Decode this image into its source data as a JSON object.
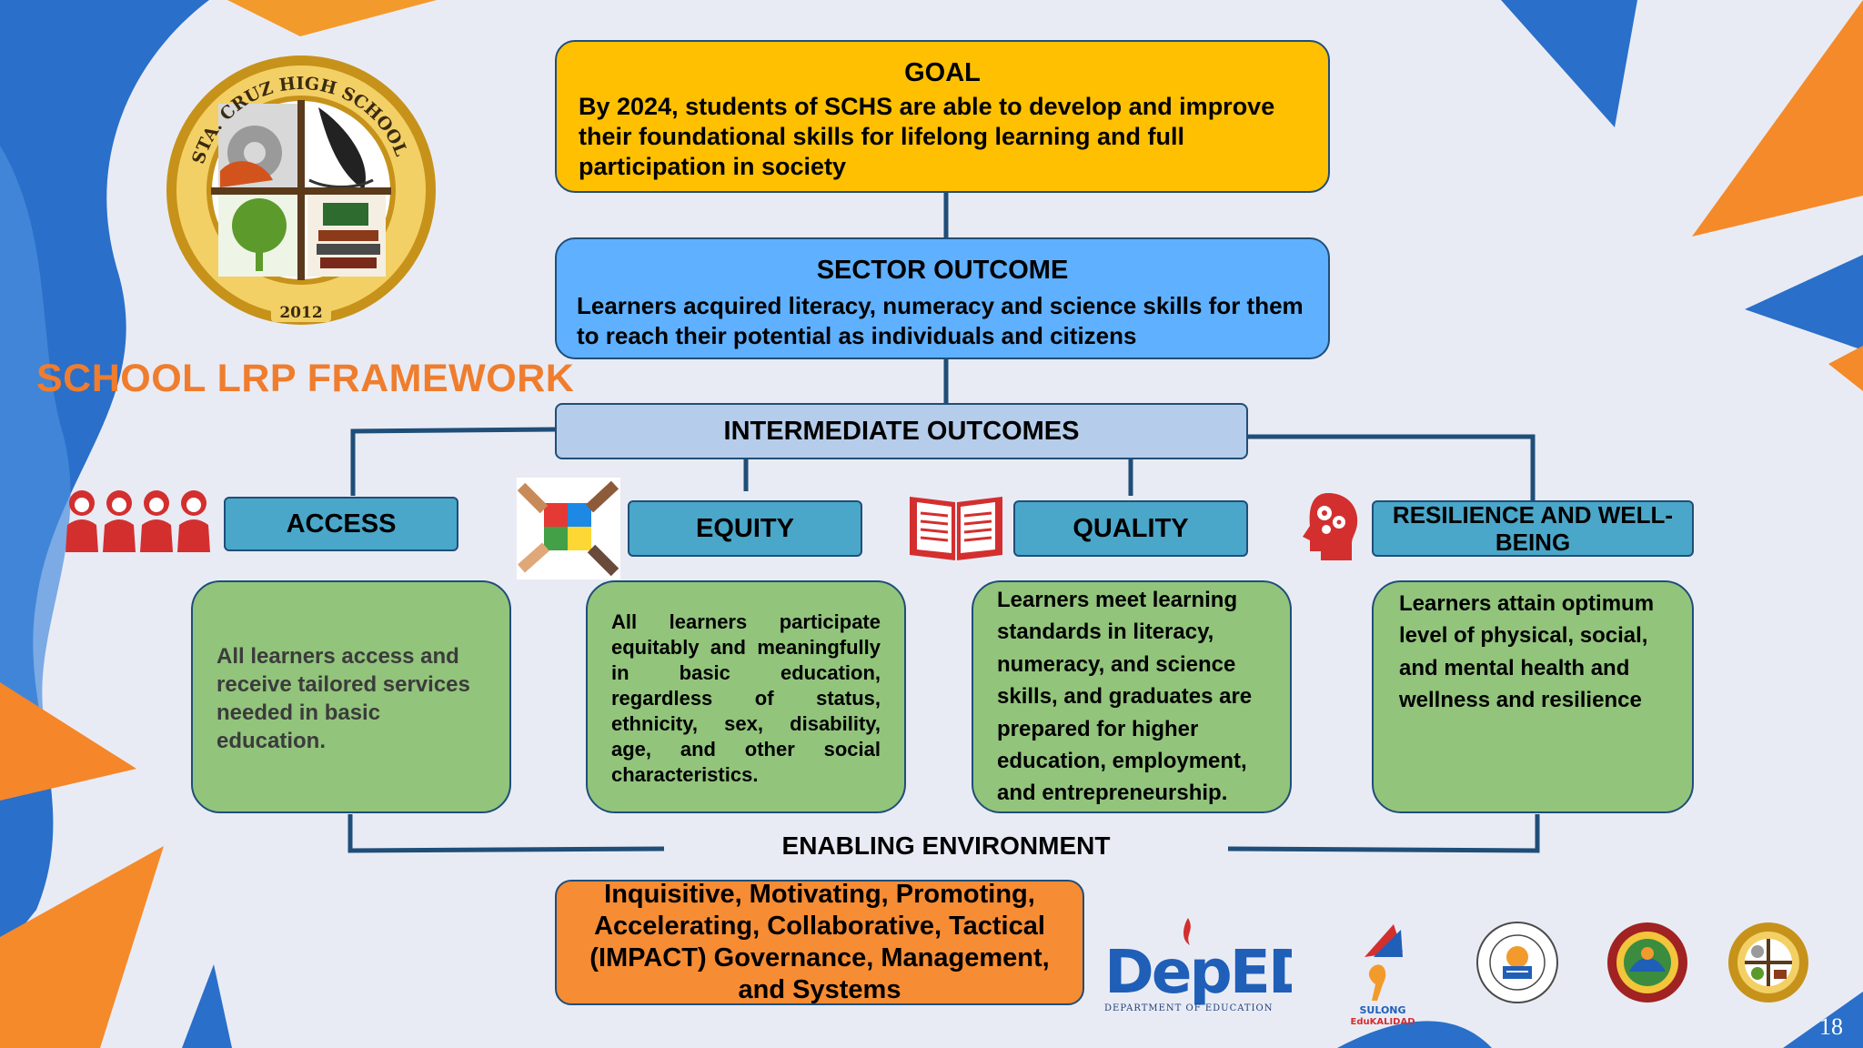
{
  "title": "SCHOOL LRP FRAMEWORK",
  "goal": {
    "heading": "GOAL",
    "text": "By 2024, students of SCHS are able to develop and improve their  foundational skills for lifelong learning and full participation in society"
  },
  "sector": {
    "heading": "SECTOR OUTCOME",
    "text": "Learners acquired literacy,  numeracy and science skills for them to reach their potential as individuals and citizens"
  },
  "intermediate": "INTERMEDIATE OUTCOMES",
  "pillars": [
    {
      "label": "ACCESS",
      "text": "All learners access and receive tailored services needed in basic education.",
      "icon": "students-icon"
    },
    {
      "label": "EQUITY",
      "text": "All learners participate equitably and meaningfully in basic education, regardless of status, ethnicity, sex, disability, age, and other social characteristics.",
      "icon": "puzzle-hands-icon"
    },
    {
      "label": "QUALITY",
      "text": "Learners meet learning standards in literacy, numeracy, and science skills, and graduates are prepared for higher education, employment, and entrepreneurship.",
      "icon": "open-book-icon"
    },
    {
      "label": "RESILIENCE AND WELL-BEING",
      "text": "Learners attain optimum level of physical, social, and mental health and wellness and resilience",
      "icon": "brain-gears-icon"
    }
  ],
  "enabling": {
    "label": "ENABLING ENVIRONMENT",
    "text": "Inquisitive, Motivating, Promoting, Accelerating, Collaborative, Tactical (IMPACT) Governance, Management, and Systems"
  },
  "school_logo": {
    "ring_text": "STA. CRUZ HIGH SCHOOL",
    "year": "2012"
  },
  "footer_logos": {
    "deped": "DepED",
    "deped_sub": "DEPARTMENT OF EDUCATION",
    "sulong": "SULONG",
    "kalidad": "EduKALIDAD"
  },
  "page_number": "18",
  "colors": {
    "goal": "#fec000",
    "sector": "#5fb0ff",
    "intermediate": "#b5cdea",
    "pillar_header": "#4aa7c9",
    "pillar_body": "#92c47c",
    "enabling": "#f68c34",
    "title": "#ef7d2d",
    "line": "#1f4e79"
  }
}
